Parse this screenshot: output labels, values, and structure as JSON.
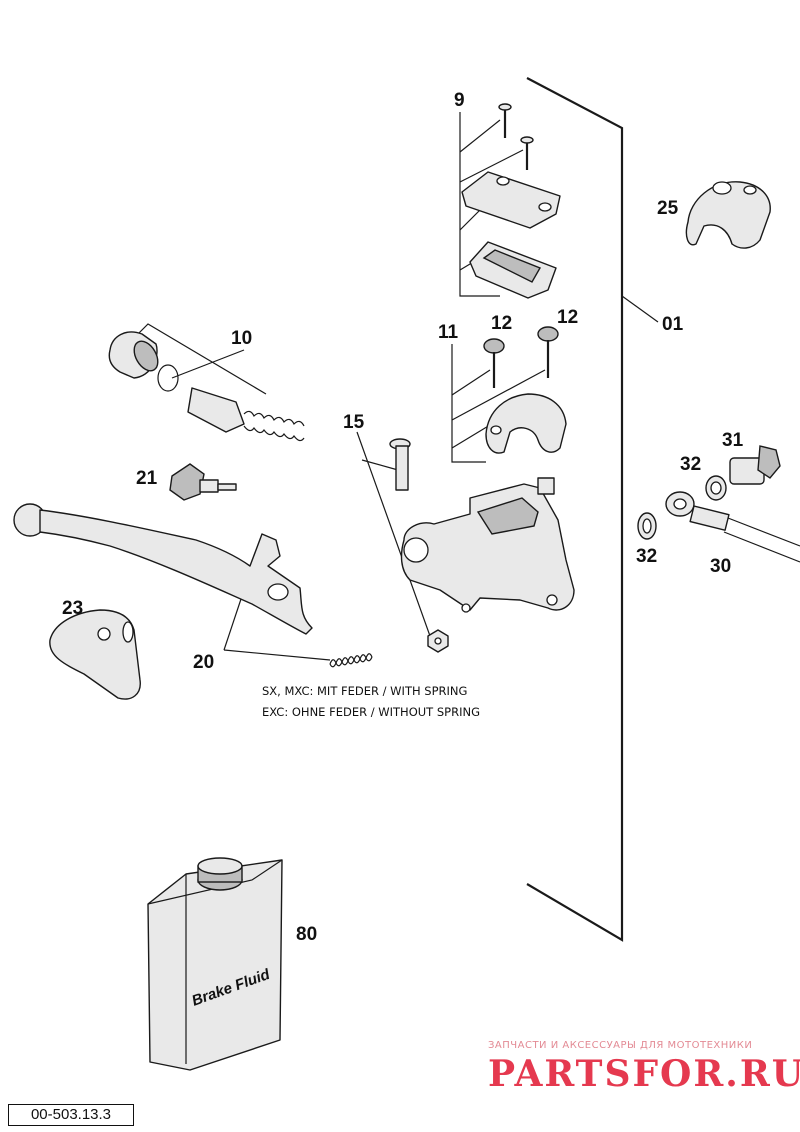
{
  "part_numbers": {
    "p01": "01",
    "p9": "9",
    "p10": "10",
    "p11": "11",
    "p12a": "12",
    "p12b": "12",
    "p15": "15",
    "p20": "20",
    "p21": "21",
    "p23": "23",
    "p25": "25",
    "p30": "30",
    "p31": "31",
    "p32a": "32",
    "p32b": "32",
    "p80": "80"
  },
  "notes": {
    "spring_line1": "SX, MXC: MIT FEDER / WITH SPRING",
    "spring_line2": "EXC: OHNE FEDER / WITHOUT SPRING"
  },
  "bottle_label": "Brake Fluid",
  "watermark": {
    "tagline": "ЗАПЧАСТИ И АКСЕССУАРЫ ДЛЯ МОТОТЕХНИКИ",
    "brand": "PARTSFOR.RU"
  },
  "diagram_code": "00-503.13.3"
}
